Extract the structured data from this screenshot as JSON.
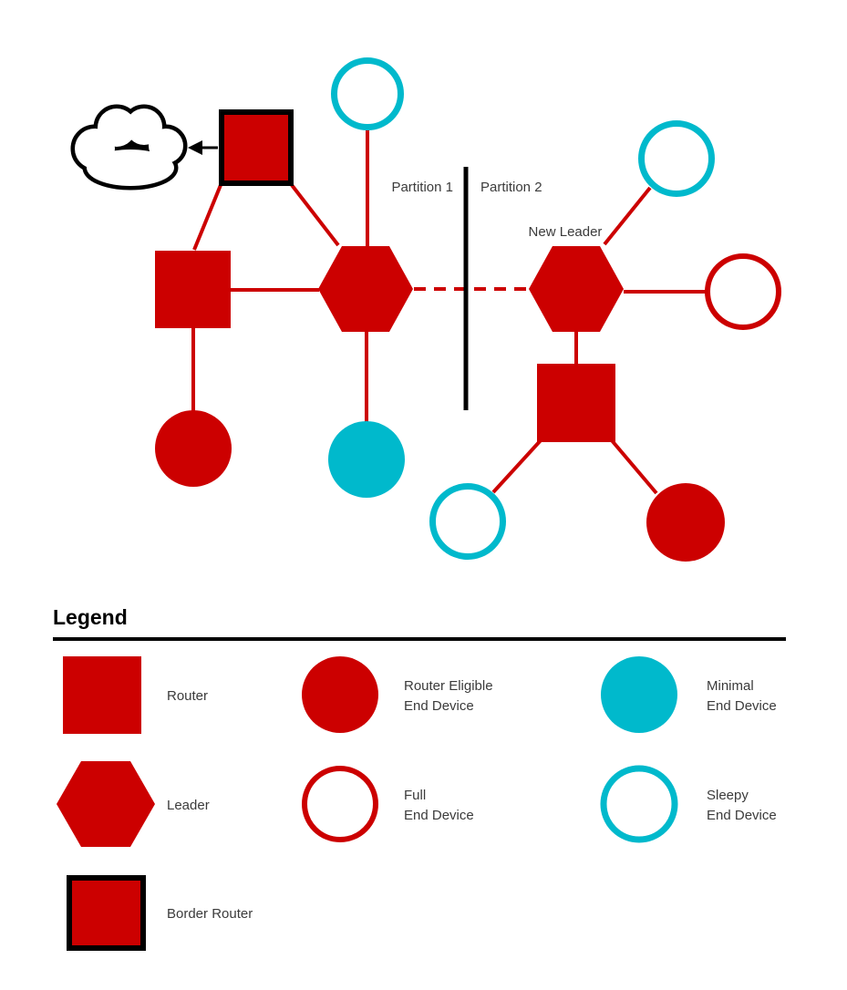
{
  "colors": {
    "red": "#CC0000",
    "cyan": "#00B9CC",
    "black": "#000000",
    "label_text": "#3B3B3B"
  },
  "diagram": {
    "partition1_label": "Partition 1",
    "partition2_label": "Partition 2",
    "new_leader_label": "New Leader"
  },
  "legend": {
    "title": "Legend",
    "items": [
      {
        "name": "router",
        "line1": "Router",
        "line2": ""
      },
      {
        "name": "leader",
        "line1": "Leader",
        "line2": ""
      },
      {
        "name": "border-router",
        "line1": "Border Router",
        "line2": ""
      },
      {
        "name": "router-eligible-end-device",
        "line1": "Router Eligible",
        "line2": "End Device"
      },
      {
        "name": "full-end-device",
        "line1": "Full",
        "line2": "End Device"
      },
      {
        "name": "minimal-end-device",
        "line1": "Minimal",
        "line2": "End Device"
      },
      {
        "name": "sleepy-end-device",
        "line1": "Sleepy",
        "line2": "End Device"
      }
    ]
  }
}
